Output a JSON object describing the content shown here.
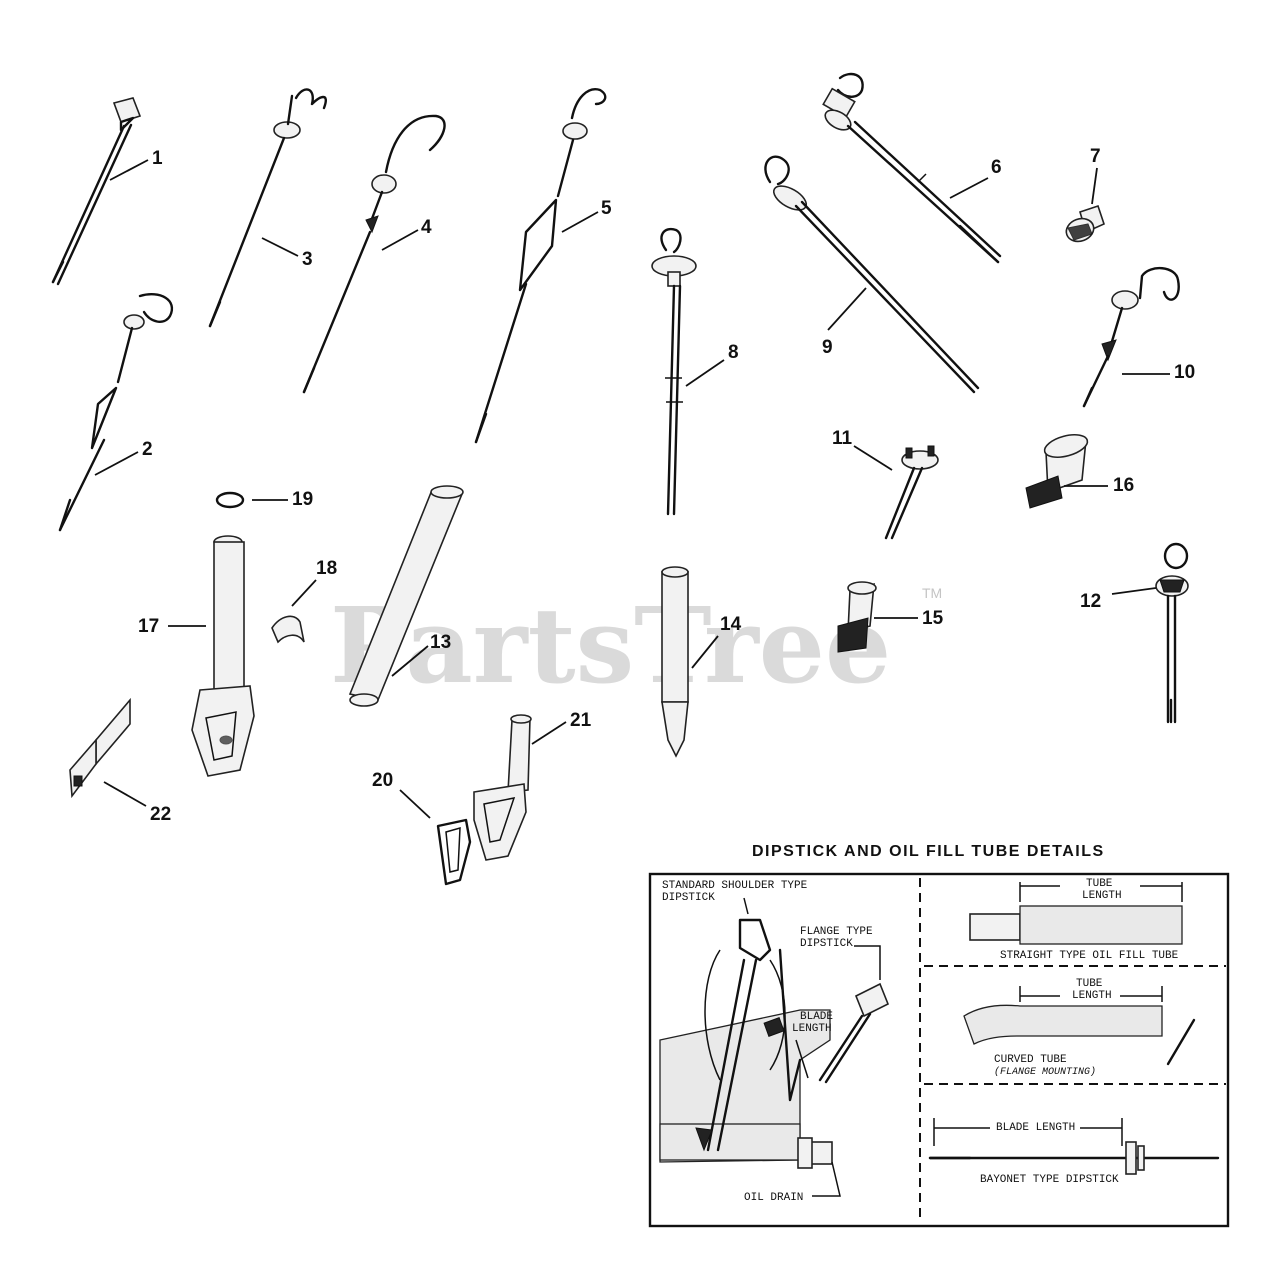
{
  "watermark": {
    "text": "PartsTree",
    "trademark": "TM"
  },
  "callouts": [
    "1",
    "2",
    "3",
    "4",
    "5",
    "6",
    "7",
    "8",
    "9",
    "10",
    "11",
    "12",
    "13",
    "14",
    "15",
    "16",
    "17",
    "18",
    "19",
    "20",
    "21",
    "22"
  ],
  "details": {
    "title": "DIPSTICK AND OIL FILL TUBE DETAILS",
    "standard_shoulder_line1": "STANDARD SHOULDER TYPE",
    "standard_shoulder_line2": "DIPSTICK",
    "flange_line1": "FLANGE TYPE",
    "flange_line2": "DIPSTICK",
    "blade_line1": "BLADE",
    "blade_line2": "LENGTH",
    "oil_drain": "OIL DRAIN",
    "tube_length_1a": "TUBE",
    "tube_length_1b": "LENGTH",
    "straight_tube": "STRAIGHT TYPE OIL FILL TUBE",
    "tube_length_2a": "TUBE",
    "tube_length_2b": "LENGTH",
    "curved_tube": "CURVED TUBE",
    "flange_mounting": "(FLANGE MOUNTING)",
    "blade_length": "BLADE LENGTH",
    "bayonet": "BAYONET TYPE DIPSTICK"
  }
}
